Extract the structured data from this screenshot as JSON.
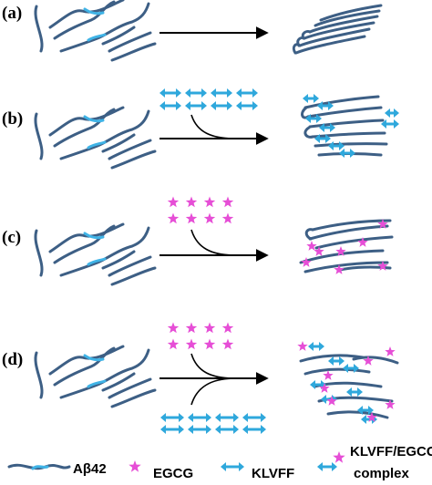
{
  "colors": {
    "peptide": "#3d5f85",
    "peptide_highlight": "#3fb3e6",
    "klvff": "#2fa8dc",
    "egcg": "#e64ed6",
    "arrow": "#000000"
  },
  "panels": [
    {
      "label": "(a)",
      "reagents": []
    },
    {
      "label": "(b)",
      "reagents": [
        "KLVFF"
      ]
    },
    {
      "label": "(c)",
      "reagents": [
        "EGCG"
      ]
    },
    {
      "label": "(d)",
      "reagents": [
        "EGCG",
        "KLVFF"
      ]
    }
  ],
  "legend": [
    {
      "symbol": "peptide-icon",
      "label": "Aβ42"
    },
    {
      "symbol": "star-icon",
      "label": "EGCG"
    },
    {
      "symbol": "double-arrow-icon",
      "label": "KLVFF"
    },
    {
      "symbol": "complex-icon",
      "label": "KLVFF/EGCG",
      "label2": "complex"
    }
  ]
}
